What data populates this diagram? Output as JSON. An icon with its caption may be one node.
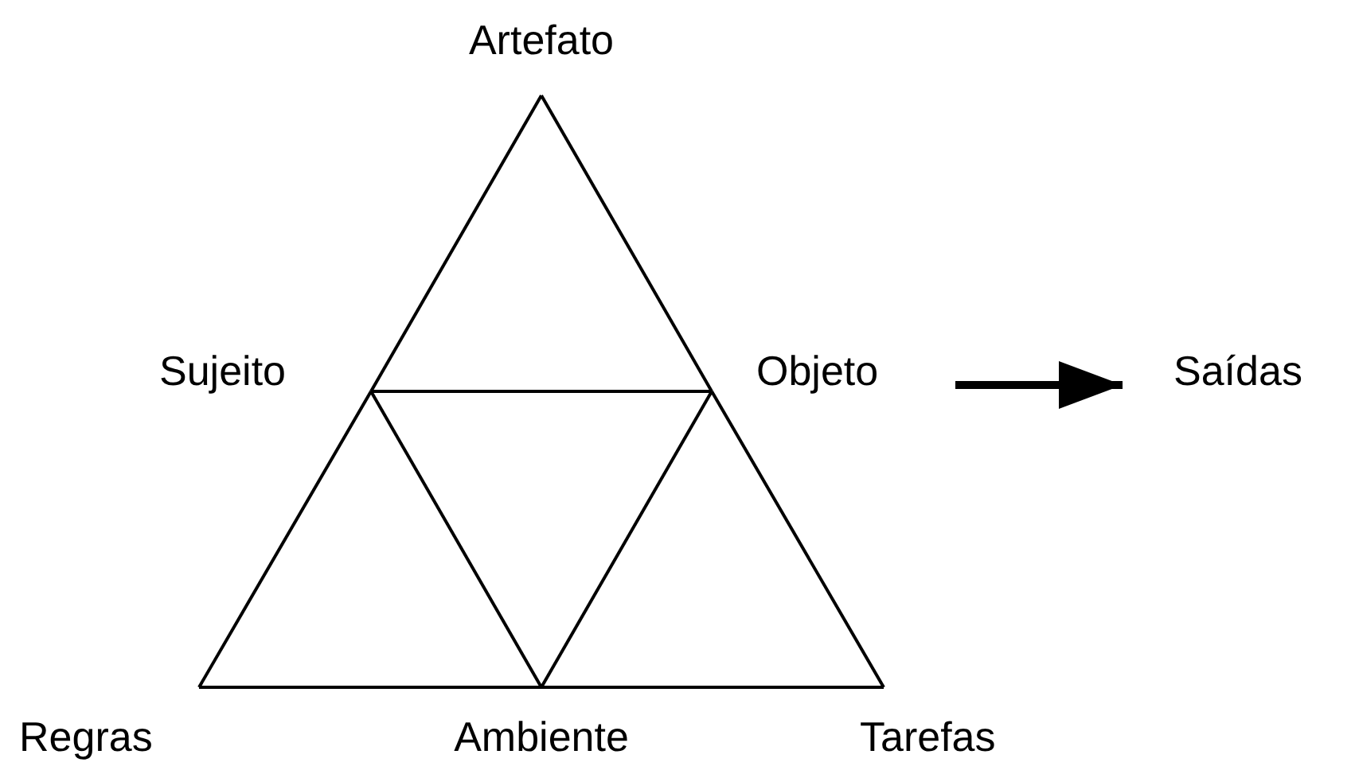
{
  "diagram": {
    "nodes": [
      {
        "text": [
          "Artefato"
        ]
      },
      {
        "text": [
          "Sujeito"
        ]
      },
      {
        "text": [
          "Objeto"
        ]
      },
      {
        "text": [
          "Saídas"
        ]
      },
      {
        "text": [
          "Regras"
        ]
      },
      {
        "text": [
          "Ambiente"
        ]
      },
      {
        "text": [
          "Tarefas"
        ]
      }
    ],
    "edges": [
      {
        "from": 0,
        "to": 1,
        "arrow": "none"
      },
      {
        "from": 0,
        "to": 2,
        "arrow": "none"
      },
      {
        "from": 1,
        "to": 2,
        "arrow": "none"
      },
      {
        "from": 1,
        "to": 4,
        "arrow": "none"
      },
      {
        "from": 1,
        "to": 5,
        "arrow": "none"
      },
      {
        "from": 2,
        "to": 5,
        "arrow": "none"
      },
      {
        "from": 2,
        "to": 6,
        "arrow": "none"
      },
      {
        "from": 4,
        "to": 5,
        "arrow": "none"
      },
      {
        "from": 5,
        "to": 6,
        "arrow": "none"
      },
      {
        "from": 2,
        "to": 3,
        "arrow": "to",
        "style": "thick"
      }
    ]
  }
}
